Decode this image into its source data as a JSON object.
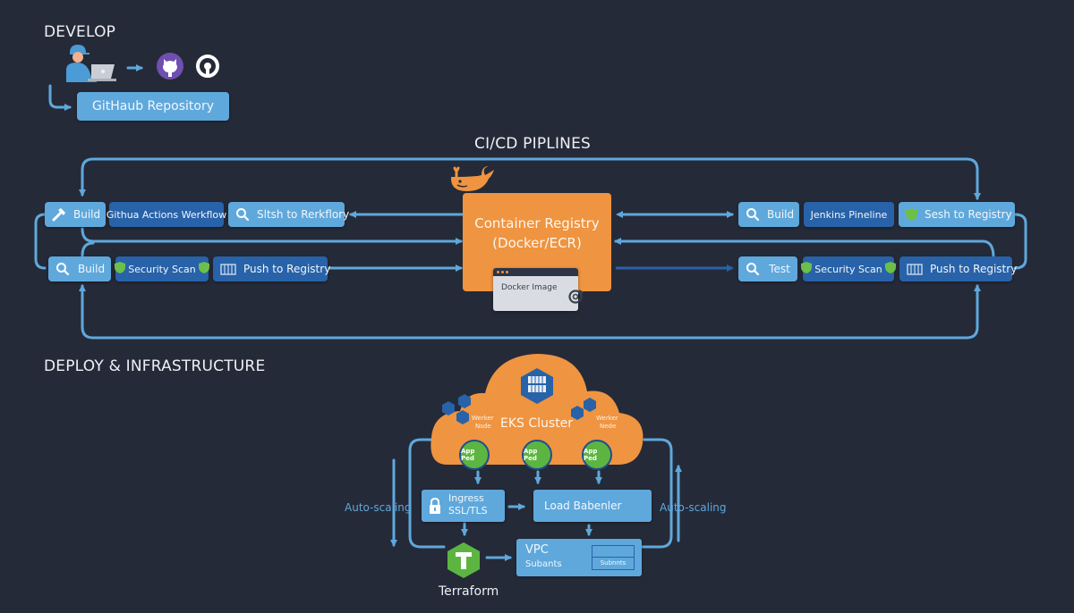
{
  "sections": {
    "develop": "DEVELOP",
    "cicd": "CI/CD PIPLINES",
    "deploy": "DEPLOY & INFRASTRUCTURE"
  },
  "develop": {
    "icons": [
      "developer-laptop-icon",
      "github-octocat-icon",
      "circleci-icon"
    ],
    "repository_label": "GitHaub Repository"
  },
  "left_pipeline": {
    "row1": [
      {
        "label": "Build",
        "icon": "hammer-icon",
        "style": "light"
      },
      {
        "label": "Githua Actions Werkflow",
        "style": "dark"
      },
      {
        "label": "Sltsh to Rerkflory",
        "icon": "search-icon",
        "style": "light"
      }
    ],
    "row2": [
      {
        "label": "Build",
        "icon": "search-icon",
        "style": "light"
      },
      {
        "label": "Security Scan",
        "icon": "shield-icon",
        "style": "dark"
      },
      {
        "label": "Push to Registry",
        "icon": "container-icon",
        "style": "dark"
      }
    ]
  },
  "registry": {
    "icon": "docker-whale-icon",
    "title_line1": "Container Registry",
    "title_line2": "(Docker/ECR)",
    "image_label": "Docker Image"
  },
  "right_pipeline": {
    "row1": [
      {
        "label": "Build",
        "icon": "search-icon",
        "style": "light"
      },
      {
        "label": "Jenkins Pineline",
        "style": "dark"
      },
      {
        "label": "Sesh to Registry",
        "icon": "shield-icon",
        "style": "light"
      }
    ],
    "row2": [
      {
        "label": "Test",
        "icon": "search-icon",
        "style": "light"
      },
      {
        "label": "Security Scan",
        "icon": "shield-icon",
        "style": "dark"
      },
      {
        "label": "Push to Registry",
        "icon": "container-icon",
        "style": "dark"
      }
    ]
  },
  "deploy": {
    "cluster_label": "EKS Cluster",
    "worker_left": [
      "Werker",
      "Nsde"
    ],
    "worker_right": [
      "Werker",
      "Nede"
    ],
    "pods": [
      "App Ped",
      "App Ped",
      "App Ped"
    ],
    "ingress": [
      "Ingress",
      "SSL/TLS"
    ],
    "load_balancer": "Load Babenler",
    "vpc_title": "VPC",
    "vpc_sub": "Subants",
    "vpc_inner": "Subnnts",
    "terraform_label": "Terraform",
    "autoscale_left": "Auto-scaling",
    "autoscale_right": "Auto-scaling"
  },
  "colors": {
    "background": "#252a38",
    "light_blue": "#5fa8dc",
    "dark_blue": "#2862a8",
    "orange": "#ef9440",
    "green": "#5db541"
  }
}
